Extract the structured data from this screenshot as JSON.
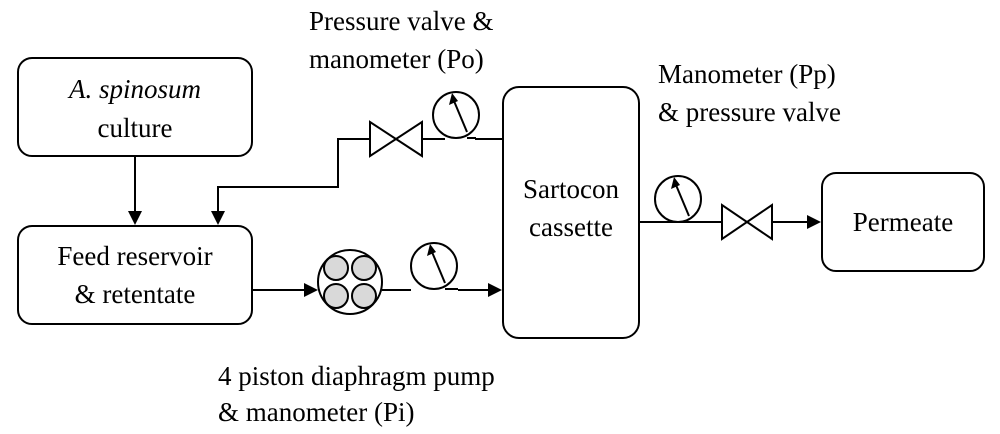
{
  "nodes": {
    "culture": {
      "line1": "A. spinosum",
      "line2": "culture"
    },
    "feed": {
      "line1": "Feed reservoir",
      "line2": "& retentate"
    },
    "cassette": {
      "line1": "Sartocon",
      "line2": "cassette"
    },
    "permeate": {
      "label": "Permeate"
    }
  },
  "annotations": {
    "retentate_valve": {
      "line1": "Pressure valve &",
      "line2": "manometer (Po)"
    },
    "permeate_valve": {
      "line1": "Manometer (Pp)",
      "line2": "& pressure valve"
    },
    "pump": {
      "line1": "4 piston diaphragm pump",
      "line2": "& manometer (Pi)"
    }
  },
  "components": {
    "manometer_icon": "pressure-gauge-icon",
    "valve_icon": "bowtie-valve-icon",
    "pump_icon": "four-piston-pump-icon"
  }
}
